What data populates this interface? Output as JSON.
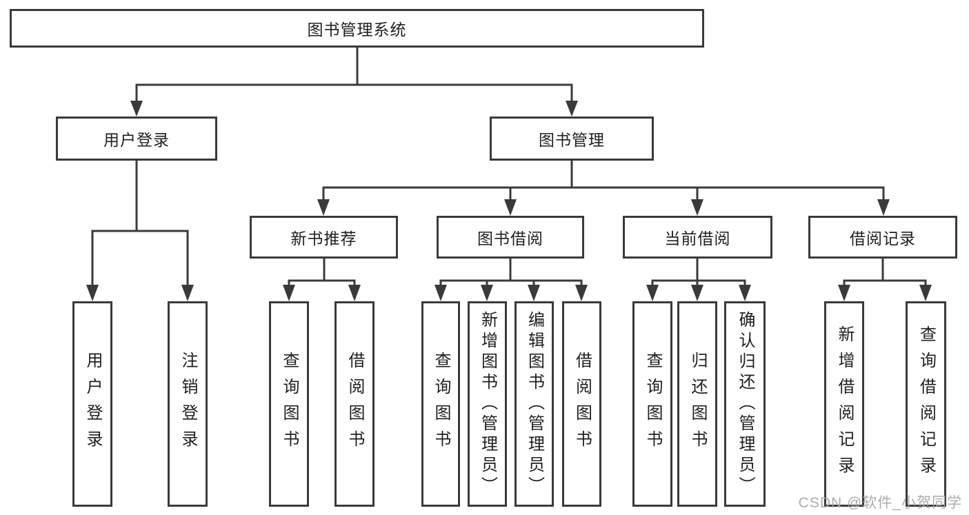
{
  "tree": {
    "label": "图书管理系统",
    "children": [
      {
        "label": "用户登录",
        "children": [
          {
            "label": "用户登录"
          },
          {
            "label": "注销登录"
          }
        ]
      },
      {
        "label": "图书管理",
        "children": [
          {
            "label": "新书推荐",
            "children": [
              {
                "label": "查询图书"
              },
              {
                "label": "借阅图书"
              }
            ]
          },
          {
            "label": "图书借阅",
            "children": [
              {
                "label": "查询图书"
              },
              {
                "label": "新增图书（管理员）"
              },
              {
                "label": "编辑图书（管理员）"
              },
              {
                "label": "借阅图书"
              }
            ]
          },
          {
            "label": "当前借阅",
            "children": [
              {
                "label": "查询图书"
              },
              {
                "label": "归还图书"
              },
              {
                "label": "确认归还（管理员）"
              }
            ]
          },
          {
            "label": "借阅记录",
            "children": [
              {
                "label": "新增借阅记录"
              },
              {
                "label": "查询借阅记录"
              }
            ]
          }
        ]
      }
    ]
  },
  "watermark": "CSDN @软件_小贺同学",
  "colors": {
    "line": "#3a3a3a",
    "text": "#1f1f1f",
    "watermark": "#a6a6a6",
    "background": "#ffffff"
  }
}
